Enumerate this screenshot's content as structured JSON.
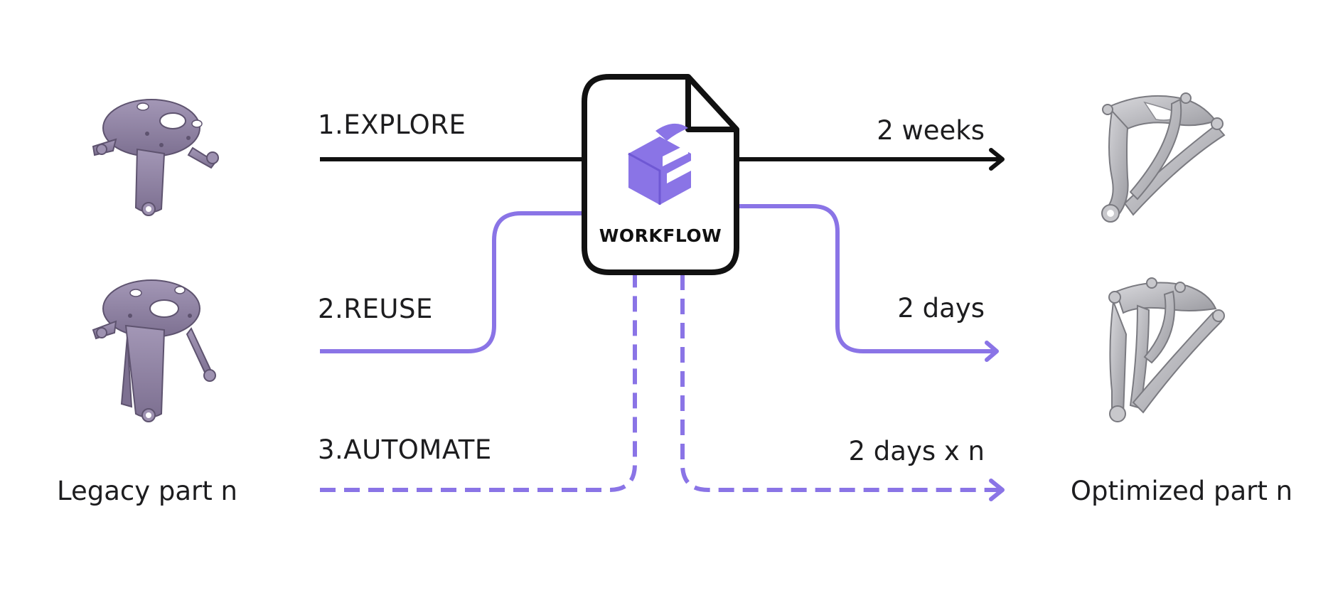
{
  "colors": {
    "ink": "#111111",
    "accent": "#8a74e6",
    "legacy_part": "#8b7e9e",
    "optimized_part": "#a9a9ae"
  },
  "steps": [
    {
      "label": "1.EXPLORE",
      "duration": "2 weeks",
      "style": "solid-dark"
    },
    {
      "label": "2.REUSE",
      "duration": "2 days",
      "style": "solid-accent"
    },
    {
      "label": "3.AUTOMATE",
      "duration": "2 days x n",
      "style": "dashed-accent"
    }
  ],
  "document": {
    "title": "WORKFLOW",
    "icon": "workflow-logo-icon"
  },
  "legacy": {
    "caption": "Legacy part n",
    "icon": "legacy-bracket-icon"
  },
  "optimized": {
    "caption": "Optimized part n",
    "icon": "optimized-bracket-icon"
  }
}
